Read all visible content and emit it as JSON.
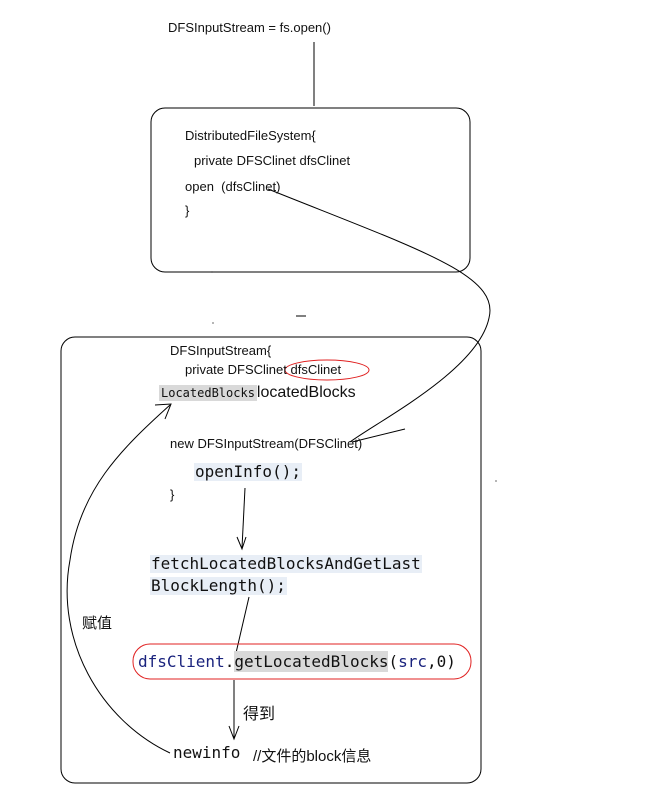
{
  "top_call": "DFSInputStream = fs.open()",
  "dfs_box": {
    "line1": "DistributedFileSystem{",
    "line2": "private DFSClinet dfsClinet",
    "line3": "open",
    "line3_arg": "(dfsClinet)",
    "line4": "}"
  },
  "stream_box": {
    "line1": "DFSInputStream{",
    "line2_prefix": "private DFSClinet ",
    "line2_field": "dfsClinet",
    "line3_type": "LocatedBlocks",
    "line3_name": "locatedBlocks",
    "line4": "new DFSInputStream(DFSClinet)",
    "line5": "openInfo();",
    "line6": "}",
    "fetch1": "fetchLocatedBlocksAndGetLast",
    "fetch2": "BlockLength();",
    "get_obj": "dfsClient",
    "get_dot": ".",
    "get_method": "getLocatedBlocks",
    "get_open": "(",
    "get_arg1": "src",
    "get_comma": ",",
    "get_arg2": "0",
    "get_close": ")",
    "assign_label": "赋值",
    "obtain_label": "得到",
    "newinfo": "newinfo",
    "comment": "//文件的block信息"
  },
  "colors": {
    "ellipse": "#e02020",
    "stroke": "#000000",
    "code_bg": "#e8eef6",
    "highlight": "#d9d9d9",
    "keyword": "#1a237e"
  }
}
